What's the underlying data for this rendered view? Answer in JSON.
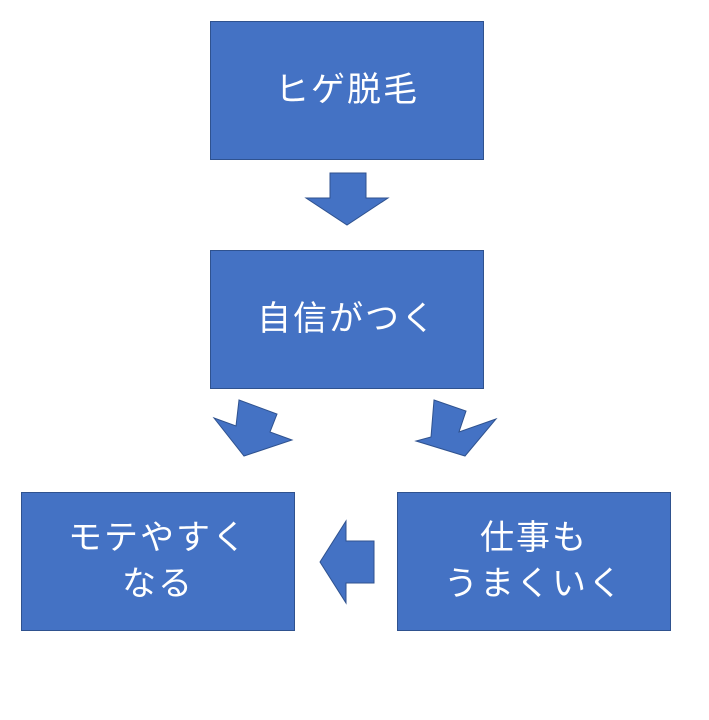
{
  "boxes": {
    "top": "ヒゲ脱毛",
    "middle": "自信がつく",
    "left": "モテやすく\nなる",
    "right": "仕事も\nうまくいく"
  },
  "colors": {
    "box_fill": "#4472c4",
    "box_border": "#2f528f",
    "text": "#ffffff",
    "background": "#ffffff"
  }
}
